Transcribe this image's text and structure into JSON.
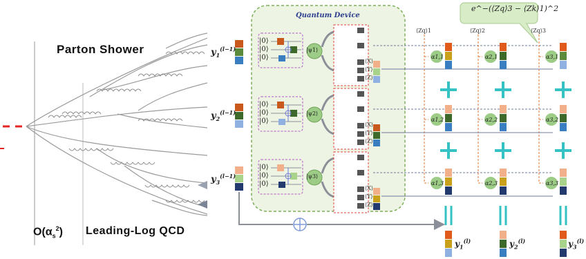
{
  "left_panel": {
    "title": "Parton Shower",
    "order_label": "O(α",
    "order_sub": "s",
    "order_sup": "2",
    "order_close": ")",
    "leading_log": "Leading-Log QCD"
  },
  "quantum_device": {
    "title": "Quantum Device",
    "ket_zero": "|0⟩",
    "psi_labels": [
      "|ψ1⟩",
      "|ψ2⟩",
      "|ψ3⟩"
    ],
    "exp_labels": [
      "⟨X⟩",
      "⟨Y⟩",
      "⟨Z⟩"
    ]
  },
  "inputs": [
    {
      "label": "y",
      "sub": "1",
      "sup": "(l−1)"
    },
    {
      "label": "y",
      "sub": "2",
      "sup": "(l−1)"
    },
    {
      "label": "y",
      "sub": "3",
      "sup": "(l−1)"
    }
  ],
  "outputs": [
    {
      "label": "y",
      "sub": "1",
      "sup": "(l)"
    },
    {
      "label": "y",
      "sub": "2",
      "sup": "(l)"
    },
    {
      "label": "y",
      "sub": "3",
      "sup": "(l)"
    }
  ],
  "top_labels": [
    "⟨Zq⟩1",
    "⟨Zq⟩2",
    "⟨Zq⟩3"
  ],
  "callout": "e^−(⟨Zq⟩3 − ⟨Zk⟩1)^2",
  "alphas": [
    [
      "α1,1",
      "α2,1",
      "α3,1"
    ],
    [
      "α1,2",
      "α2,2",
      "α3,2"
    ],
    [
      "α1,3",
      "α2,3",
      "α3,3"
    ]
  ],
  "colors": {
    "red_dashes": "#e52521",
    "device_bg": "#eef4e3",
    "device_border": "#7cae5a",
    "teal": "#34c2c4",
    "alpha_green": "#9ccc86",
    "circuit_purple": "#b05ac7",
    "orange_dash": "#e07a3a"
  }
}
